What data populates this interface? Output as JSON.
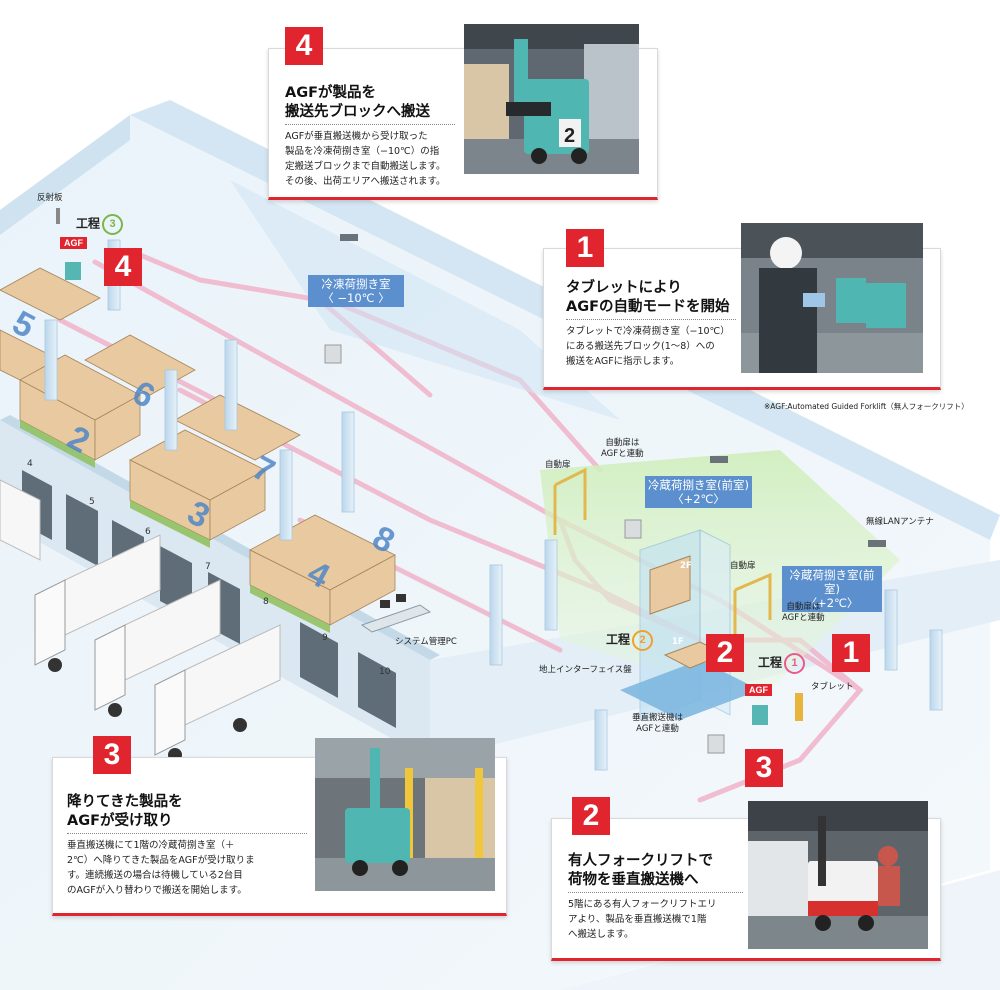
{
  "callouts": [
    {
      "num": "4",
      "title_lines": [
        "AGFが製品を",
        "搬送先ブロックへ搬送"
      ],
      "body_lines": [
        "AGFが垂直搬送機から受け取った",
        "製品を冷凍荷捌き室（−10℃）の指",
        "定搬送ブロックまで自動搬送します。",
        "その後、出荷エリアへ搬送されます。"
      ]
    },
    {
      "num": "1",
      "title_lines": [
        "タブレットにより",
        "AGFの自動モードを開始"
      ],
      "body_lines": [
        "タブレットで冷凍荷捌き室（−10℃）",
        "にある搬送先ブロック(1〜8）への",
        "搬送をAGFに指示します。"
      ]
    },
    {
      "num": "3",
      "title_lines": [
        "降りてきた製品を",
        "AGFが受け取り"
      ],
      "body_lines": [
        "垂直搬送機にて1階の冷蔵荷捌き室（＋",
        "2℃）へ降りてきた製品をAGFが受け取りま",
        "す。連続搬送の場合は待機している2台目",
        "のAGFが入り替わりで搬送を開始します。"
      ]
    },
    {
      "num": "2",
      "title_lines": [
        "有人フォークリフトで",
        "荷物を垂直搬送機へ"
      ],
      "body_lines": [
        "5階にある有人フォークリフトエリ",
        "アより、製品を垂直搬送機で1階",
        "へ搬送します。"
      ]
    }
  ],
  "footnote": "※AGF:Automated Guided Forklift（無人フォークリフト）",
  "zones": {
    "freezer_title": "冷凍荷捌き室",
    "freezer_temp": "〈 −10℃ 〉",
    "cold_front1_title": "冷蔵荷捌き室(前室)",
    "cold_front1_temp": "〈+2℃〉",
    "cold_front2_title": "冷蔵荷捌き室(前室)",
    "cold_front2_temp": "〈+2℃〉"
  },
  "labels": {
    "reflector": "反射板",
    "auto_door_left": "自動扉",
    "auto_door_linked_top": [
      "自動扉は",
      "AGFと連動"
    ],
    "auto_door_right": "自動扉",
    "auto_door_linked_bottom": [
      "自動扉は",
      "AGFと連動"
    ],
    "wireless_antenna": "無線LANアンテナ",
    "system_pc": "システム管理PC",
    "ground_interface": "地上インターフェイス盤",
    "lift_linked": [
      "垂直搬送機は",
      "AGFと連動"
    ],
    "tablet": "タブレット",
    "floor_2f": "2F",
    "floor_1f": "1F"
  },
  "steps": [
    {
      "word": "工程",
      "num": "3",
      "color": "#7ab648"
    },
    {
      "word": "工程",
      "num": "2",
      "color": "#f0a12a"
    },
    {
      "word": "工程",
      "num": "1",
      "color": "#e85a8c"
    }
  ],
  "agf_tag": "AGF",
  "scene_badges": [
    "4",
    "2",
    "1",
    "3"
  ],
  "block_numbers": [
    "2",
    "3",
    "4",
    "5",
    "6",
    "7",
    "8"
  ],
  "dock_numbers": [
    "4",
    "5",
    "6",
    "7",
    "8",
    "9",
    "10"
  ],
  "photo_plate": "2"
}
